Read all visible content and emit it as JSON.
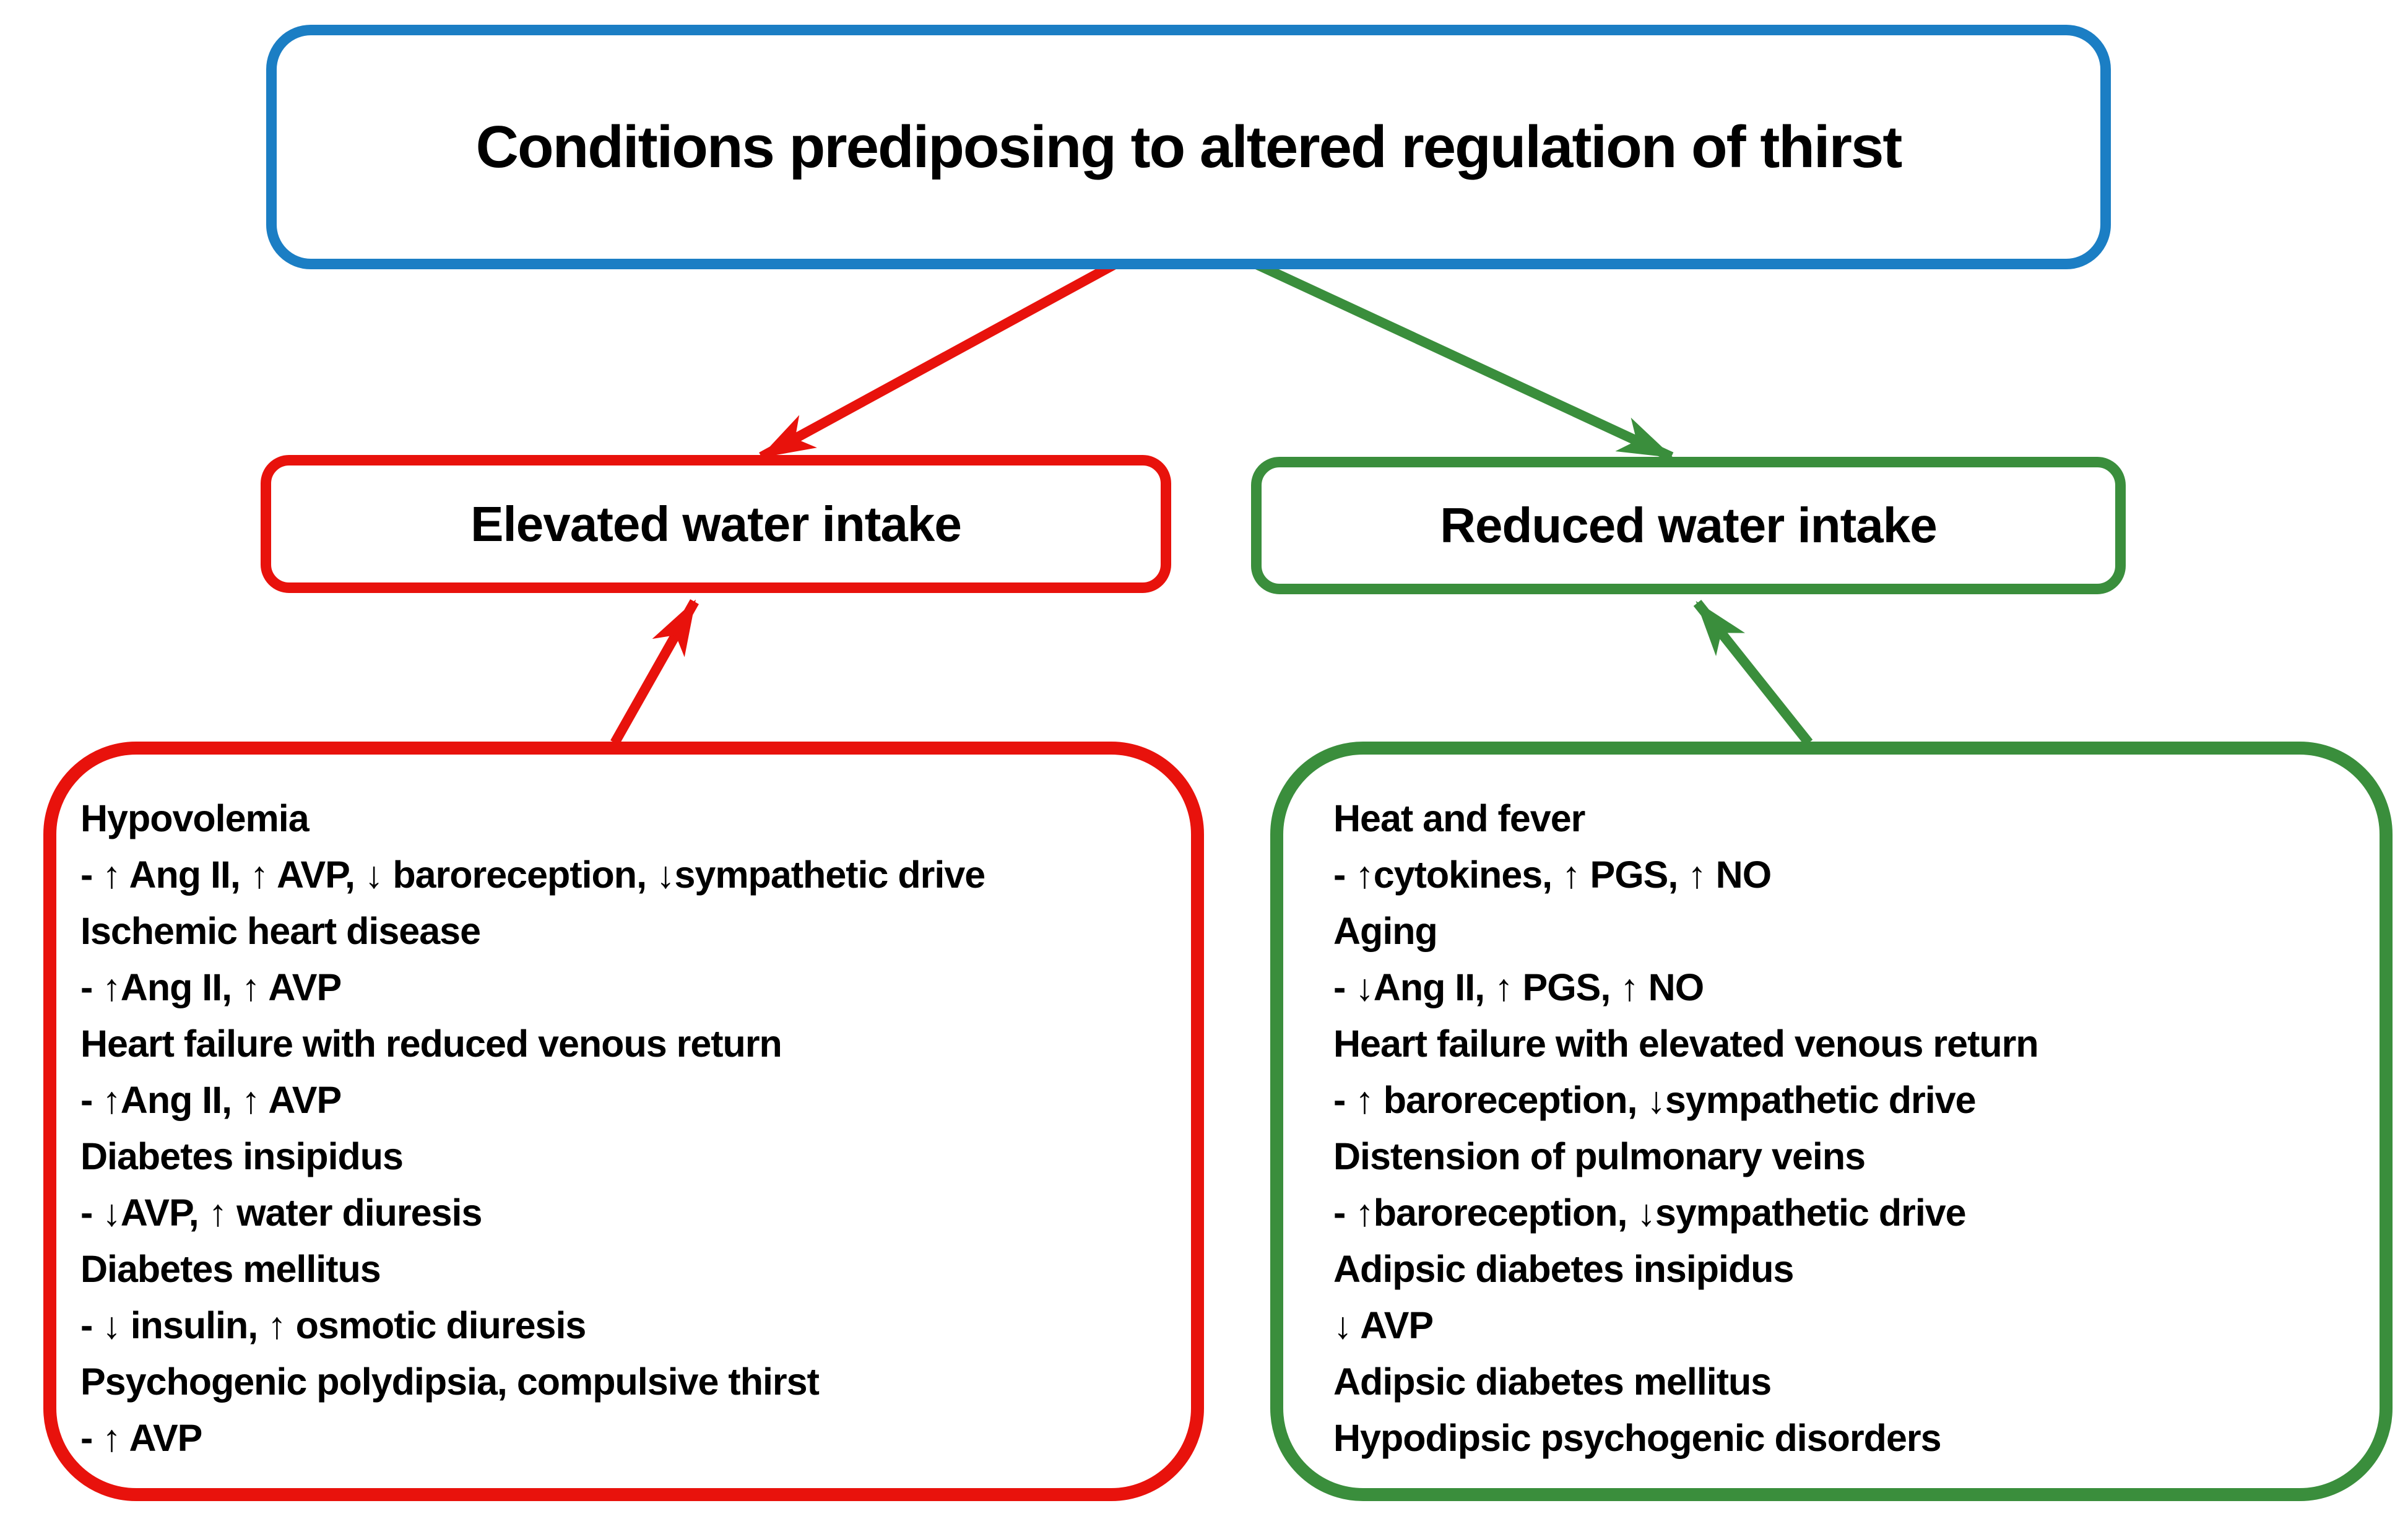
{
  "colors": {
    "blue": "#1b7ec4",
    "red": "#e8120c",
    "green": "#3a8e3c",
    "text": "#000000",
    "background": "#ffffff"
  },
  "title": {
    "text": "Conditions prediposing to altered regulation of thirst"
  },
  "branch_left": {
    "label": "Elevated water intake",
    "lines": [
      "Hypovolemia",
      "- ↑ Ang II, ↑ AVP, ↓ baroreception, ↓sympathetic drive",
      "Ischemic heart disease",
      "- ↑Ang II, ↑ AVP",
      "Heart failure with reduced venous return",
      "- ↑Ang II, ↑ AVP",
      "Diabetes insipidus",
      "- ↓AVP, ↑ water diuresis",
      "Diabetes mellitus",
      "- ↓ insulin, ↑ osmotic diuresis",
      "Psychogenic polydipsia, compulsive thirst",
      "- ↑ AVP"
    ]
  },
  "branch_right": {
    "label": "Reduced water intake",
    "lines": [
      "Heat and fever",
      "- ↑cytokines, ↑ PGS, ↑ NO",
      "Aging",
      "- ↓Ang II, ↑ PGS, ↑ NO",
      "Heart failure with elevated venous return",
      "- ↑ baroreception, ↓sympathetic drive",
      "Distension of pulmonary veins",
      "- ↑baroreception, ↓sympathetic drive",
      "Adipsic diabetes insipidus",
      "↓ AVP",
      "Adipsic diabetes mellitus",
      "Hypodipsic psychogenic disorders"
    ]
  }
}
